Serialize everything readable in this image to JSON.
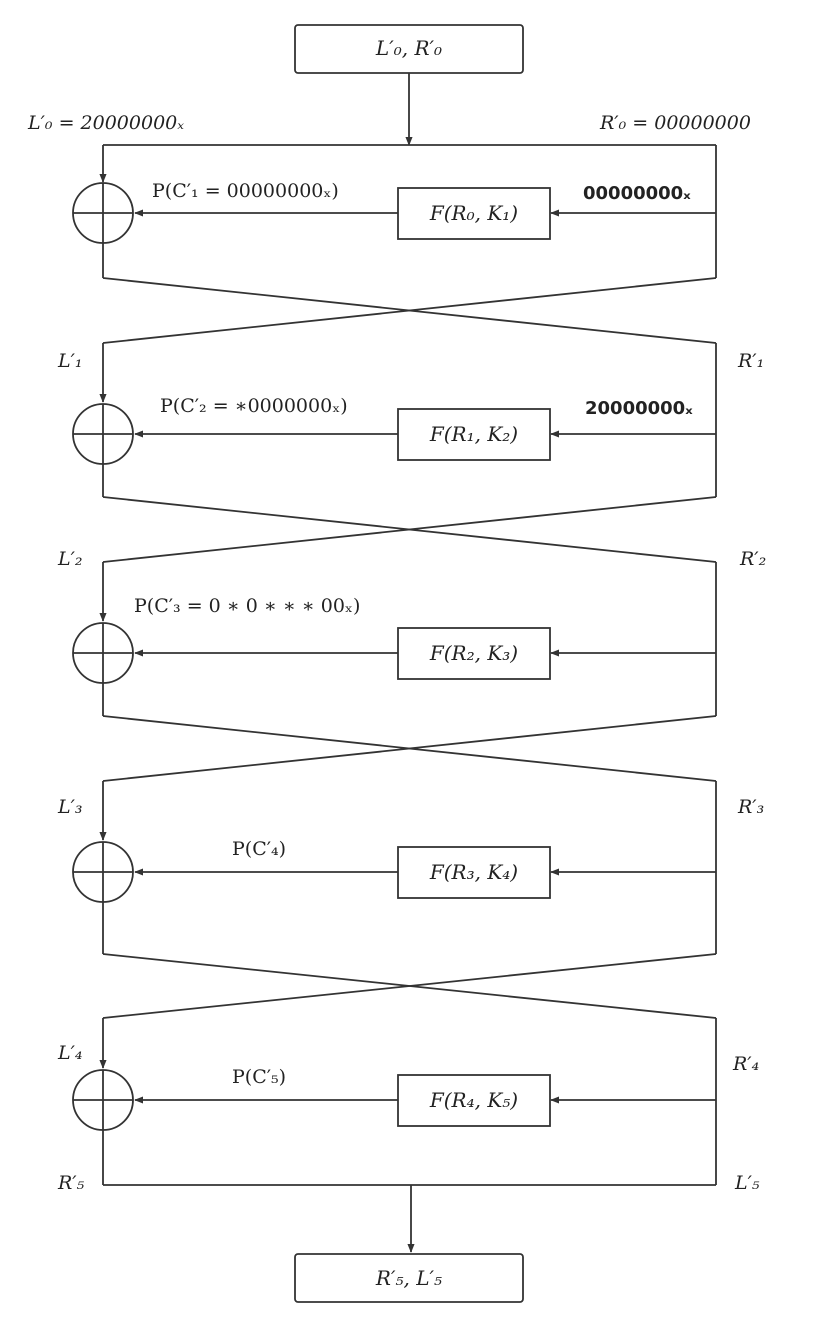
{
  "input_box": {
    "label": "L′₀, R′₀"
  },
  "output_box": {
    "label": "R′₅, L′₅"
  },
  "initial": {
    "left_label": "L′₀ = 20000000ₓ",
    "right_label": "R′₀ = 00000000"
  },
  "rounds": [
    {
      "f_label": "F(R₀, K₁)",
      "prob_label": "P(C′₁ = 00000000ₓ)",
      "input_diff": "00000000ₓ"
    },
    {
      "left_label": "L′₁",
      "right_label": "R′₁",
      "f_label": "F(R₁, K₂)",
      "prob_label": "P(C′₂ = ∗0000000ₓ)",
      "input_diff": "20000000ₓ"
    },
    {
      "left_label": "L′₂",
      "right_label": "R′₂",
      "f_label": "F(R₂, K₃)",
      "prob_label": "P(C′₃ = 0 ∗ 0 ∗ ∗ ∗ 00ₓ)"
    },
    {
      "left_label": "L′₃",
      "right_label": "R′₃",
      "f_label": "F(R₃, K₄)",
      "prob_label": "P(C′₄)"
    },
    {
      "left_label": "L′₄",
      "right_label": "R′₄",
      "f_label": "F(R₄, K₅)",
      "prob_label": "P(C′₅)"
    }
  ],
  "final": {
    "left_label": "R′₅",
    "right_label": "L′₅"
  },
  "colors": {
    "stroke": "#333333",
    "text": "#222222"
  }
}
